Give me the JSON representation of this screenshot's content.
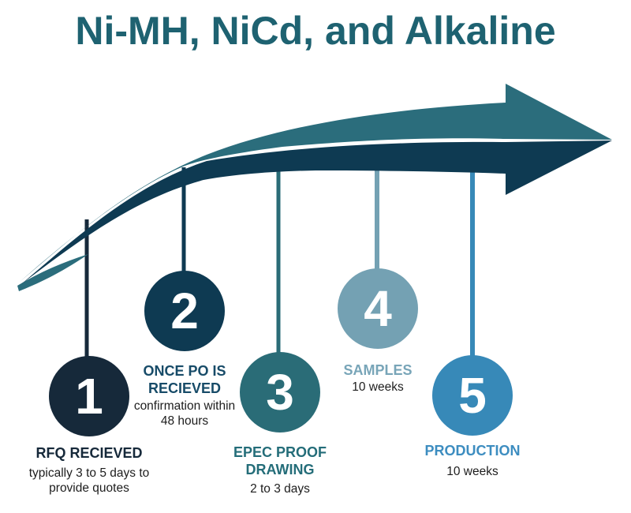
{
  "title": "Ni-MH, NiCd, and Alkaline",
  "colors": {
    "background": "#ffffff",
    "title": "#1e6271",
    "arrow_upper": "#2b6d7c",
    "arrow_lower": "#0e3a52",
    "number_text": "#ffffff",
    "sub_text": "#1d1d1d"
  },
  "steps": [
    {
      "number": "1",
      "label": "RFQ RECIEVED",
      "sublabel": "typically 3 to 5 days to provide quotes",
      "color": "#16293a",
      "label_color": "#16293a"
    },
    {
      "number": "2",
      "label": "ONCE PO IS RECIEVED",
      "sublabel": "confirmation within 48 hours",
      "color": "#0e3a52",
      "label_color": "#174b68"
    },
    {
      "number": "3",
      "label": "EPEC PROOF DRAWING",
      "sublabel": "2 to 3 days",
      "color": "#2a6c77",
      "label_color": "#246d79"
    },
    {
      "number": "4",
      "label": "SAMPLES",
      "sublabel": "10 weeks",
      "color": "#74a1b3",
      "label_color": "#78a5b8"
    },
    {
      "number": "5",
      "label": "PRODUCTION",
      "sublabel": "10 weeks",
      "color": "#3789b8",
      "label_color": "#3d8dc0"
    }
  ]
}
